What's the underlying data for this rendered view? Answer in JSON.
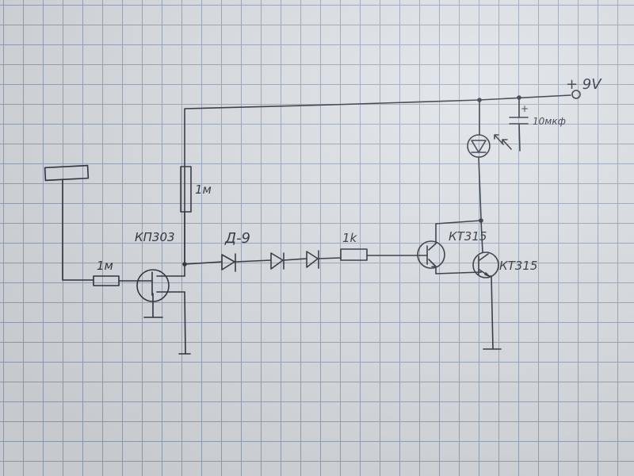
{
  "labels": {
    "supply": "+ 9V",
    "capacitor": "10мкф",
    "capacitor_plus": "+",
    "gate_resistor": "1м",
    "bias_resistor": "1м",
    "fet": "КП303",
    "diodes": "Д-9",
    "base_resistor": "1k",
    "transistor_1": "КТ315",
    "transistor_2": "КТ315"
  }
}
